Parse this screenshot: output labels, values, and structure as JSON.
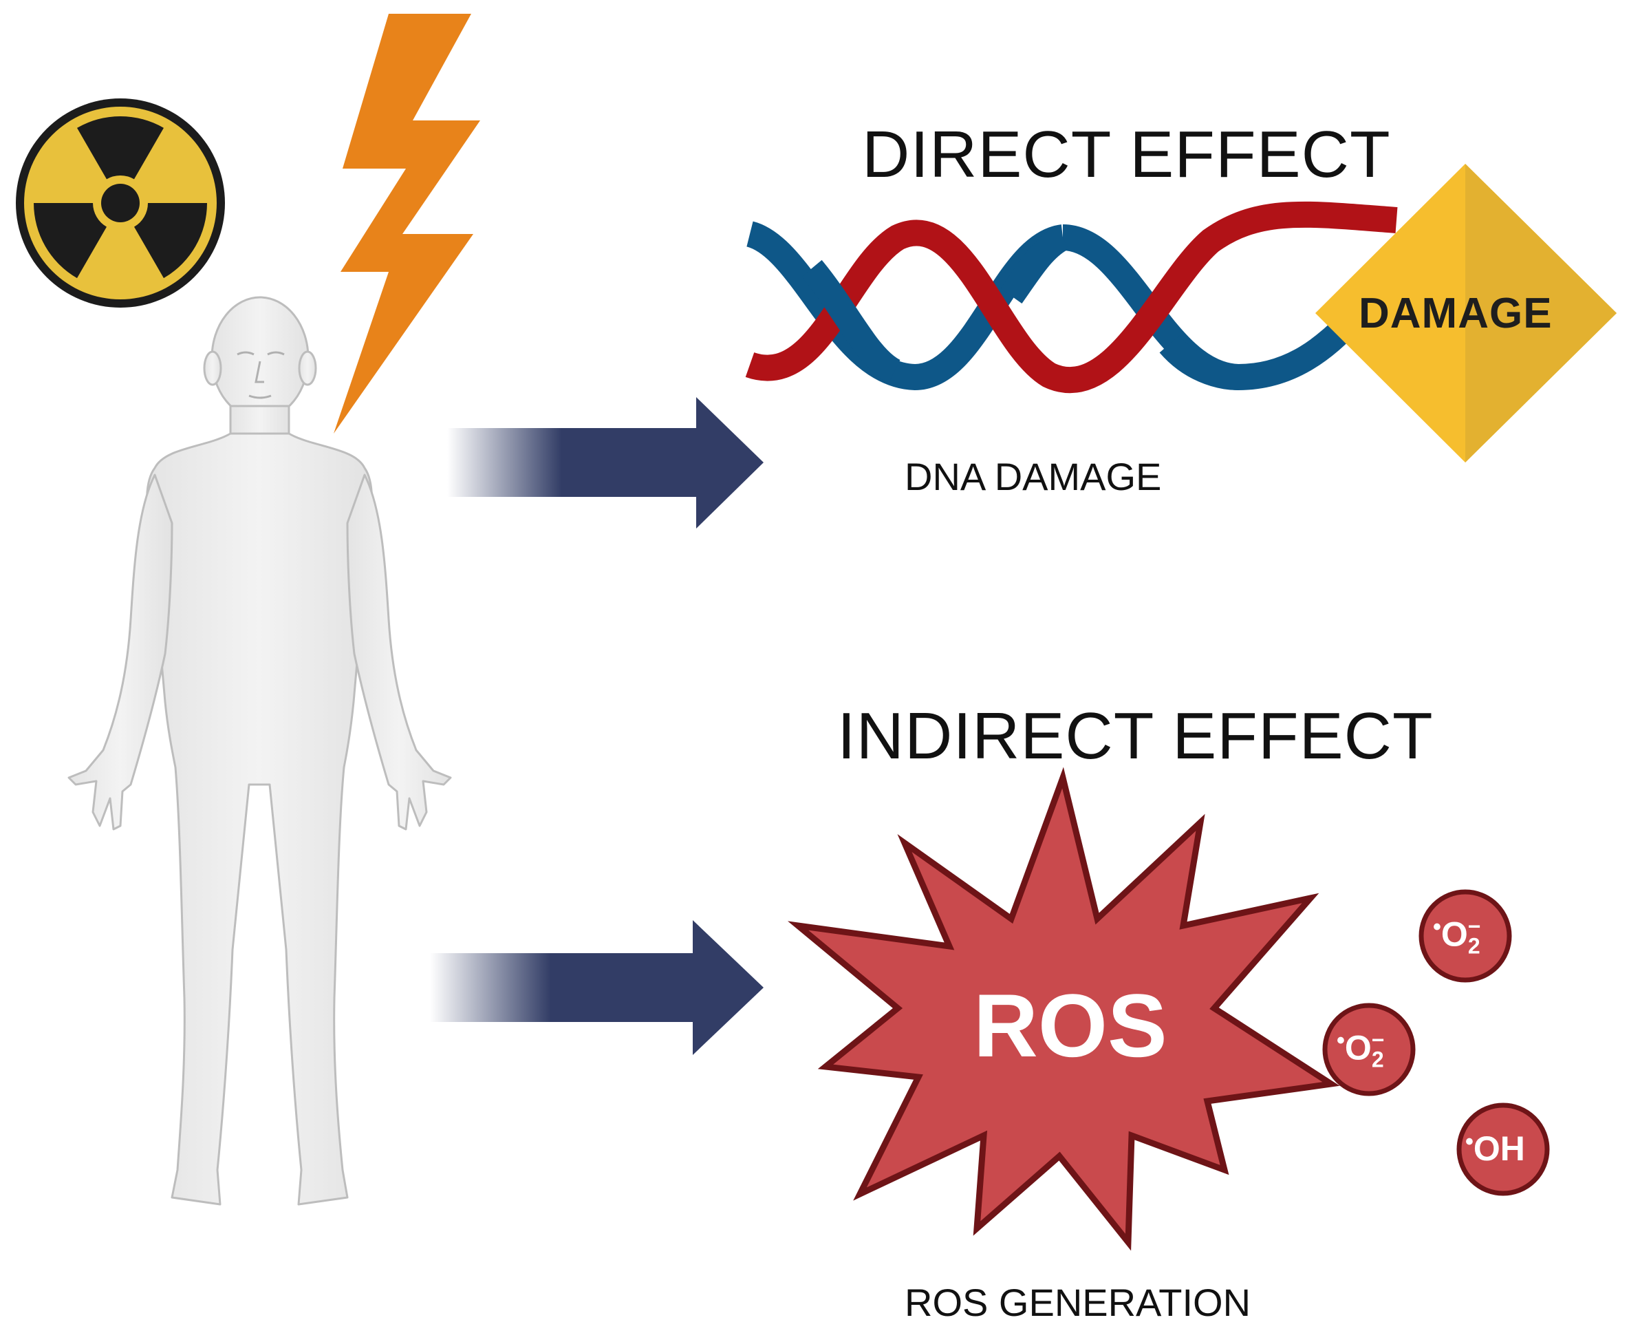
{
  "direct_effect": {
    "heading": "DIRECT EFFECT",
    "caption": "DNA DAMAGE",
    "badge": "DAMAGE"
  },
  "indirect_effect": {
    "heading": "INDIRECT EFFECT",
    "caption": "ROS GENERATION",
    "burst_text": "ROS"
  },
  "radicals": [
    {
      "symbol": "O",
      "subscript": "2",
      "charge": "−"
    },
    {
      "symbol": "O",
      "subscript": "2",
      "charge": "−"
    },
    {
      "symbol": "OH",
      "subscript": "",
      "charge": ""
    }
  ],
  "colors": {
    "radiation_yellow": "#E8C13C",
    "lightning_orange": "#E8831A",
    "arrow_navy": "#323D66",
    "dna_blue": "#0E5788",
    "dna_red": "#B11217",
    "damage_yellow": "#F6BE2E",
    "ros_red": "#C94A4D",
    "ros_outline": "#6E1417"
  },
  "icons": [
    "radiation-symbol-icon",
    "lightning-bolt-icon",
    "human-figure-icon",
    "dna-helix-icon",
    "burst-icon"
  ]
}
